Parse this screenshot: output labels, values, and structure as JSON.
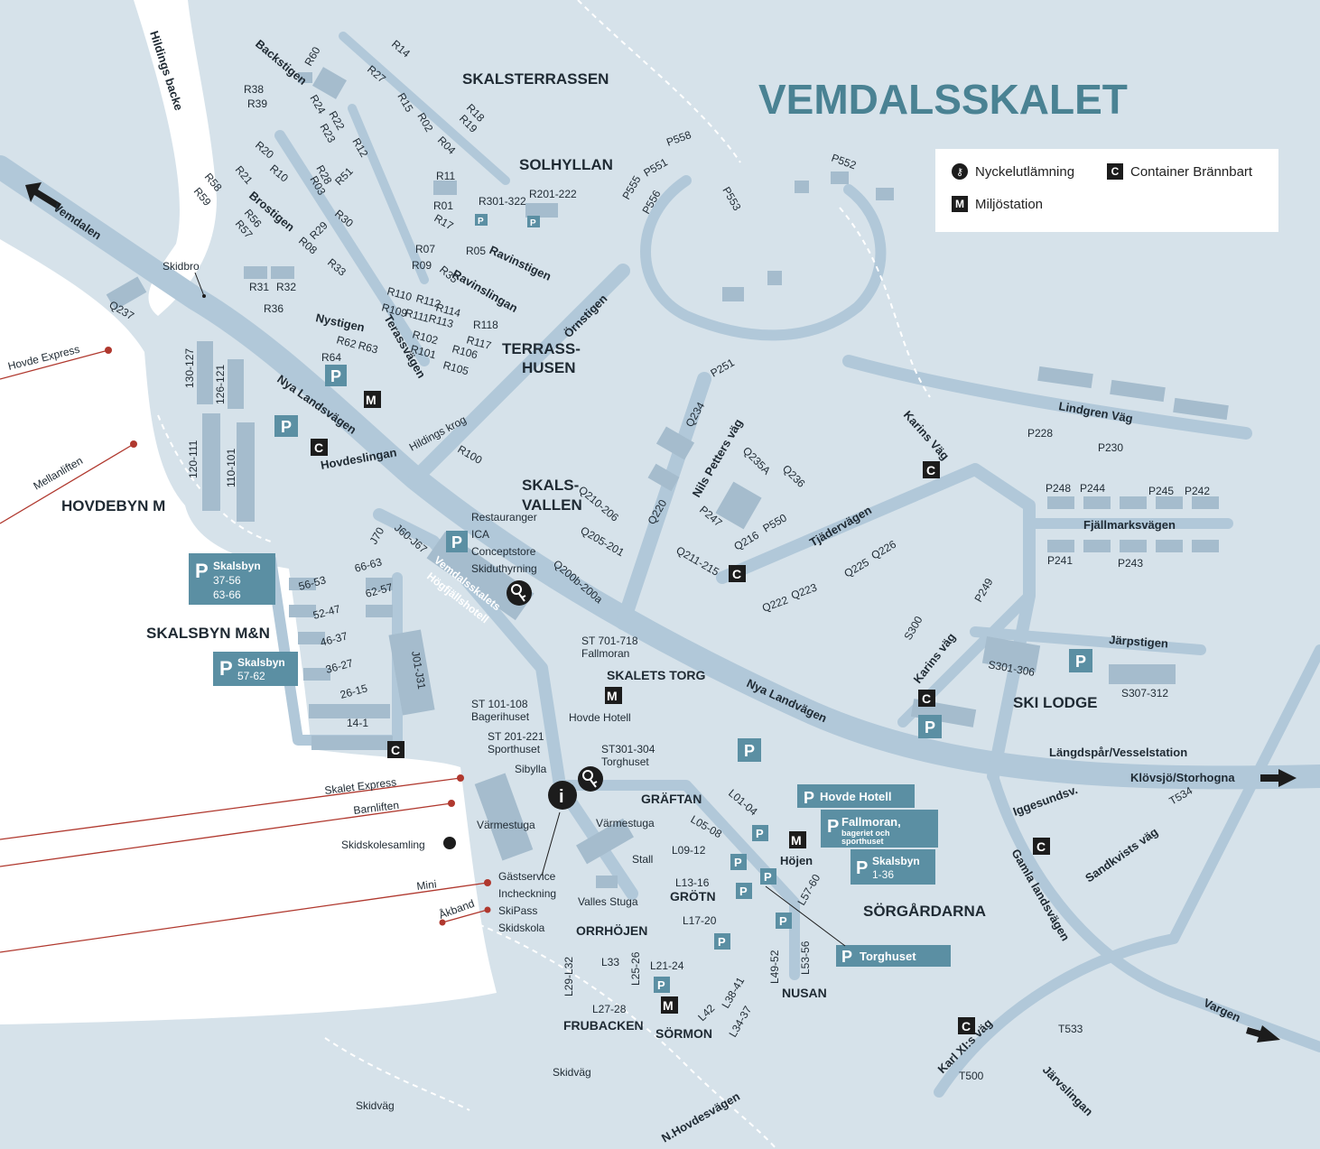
{
  "title": "VEMDALSSKALET",
  "legend": {
    "key_return": "Nyckelutlämning",
    "container": "Container Brännbart",
    "environment": "Miljöstation"
  },
  "icons": {
    "container": "C",
    "environment": "M",
    "parking": "P",
    "info": "i"
  },
  "areas": {
    "skalsterrassen": "SKALSTERRASSEN",
    "solhyllan": "SOLHYLLAN",
    "terrass1": "TERRASS-",
    "terrass2": "HUSEN",
    "skals1": "SKALS-",
    "skals2": "VALLEN",
    "hovdebyn": "HOVDEBYN M",
    "skalsbyn": "SKALSBYN M&N",
    "skaletstorg": "SKALETS TORG",
    "skilodge": "SKI LODGE",
    "grafan": "GRÄFTAN",
    "grotn": "GRÖTN",
    "orrhojen": "ORRHÖJEN",
    "frubacken": "FRUBACKEN",
    "sormon": "SÖRMON",
    "nusan": "NUSAN",
    "sorgardarna": "SÖRGÅRDARNA",
    "hojen": "Höjen"
  },
  "roads": {
    "hildings_backe": "Hildings backe",
    "vemdalen": "Vemdalen",
    "backstigen": "Backstigen",
    "brostigen": "Brostigen",
    "ravinstigen": "Ravinstigen",
    "ravinslingan": "Ravinslingan",
    "nystigen": "Nystigen",
    "terassvagen": "Terassvägen",
    "ornstigen": "Örnstigen",
    "nya_landsvagen": "Nya Landsvägen",
    "nya_landvagen": "Nya Landvägen",
    "hovdeslingan": "Hovdeslingan",
    "hildings_krog": "Hildings krog",
    "nils_petters": "Nils Petters väg",
    "tjadervagen": "Tjädervägen",
    "karins_vag": "Karins Väg",
    "karins_vag2": "Karins väg",
    "lindgren": "Lindgren Väg",
    "fjallmark": "Fjällmarksvägen",
    "jarpstigen": "Järpstigen",
    "langdspar": "Längdspår/Vesselstation",
    "klovsjo": "Klövsjö/Storhogna",
    "iggesund": "Iggesundsv.",
    "gamla": "Gamla landsvägen",
    "sandkvist": "Sandkvists väg",
    "vargen": "Vargen",
    "karl": "Karl XI:s väg",
    "jarvslingan": "Järvslingan",
    "hovdesvagen": "N.Hovdesvägen",
    "skidvag1": "Skidväg",
    "skidvag2": "Skidväg",
    "skidbro": "Skidbro"
  },
  "lifts": {
    "hovde_express": "Hovde Express",
    "mellanliften": "Mellanliften",
    "skalet_express": "Skalet Express",
    "barnliften": "Barnliften",
    "mini": "Mini",
    "akband": "Åkband",
    "skidskolesamling": "Skidskolesamling"
  },
  "places": {
    "restauranger": "Restauranger",
    "ica": "ICA",
    "conceptstore": "Conceptstore",
    "skiduthyrning": "Skiduthyrning",
    "hotel1": "Vemdalsskalets",
    "hotel2": "Högfjällshotell",
    "st701": "ST 701-718",
    "fallmoran": "Fallmoran",
    "hovde_hotell": "Hovde Hotell",
    "st101": "ST 101-108",
    "bagerihuset": "Bagerihuset",
    "st201": "ST 201-221",
    "sporthuset": "Sporthuset",
    "st301": "ST301-304",
    "torghuset": "Torghuset",
    "sibylla": "Sibylla",
    "varmestuga1": "Värmestuga",
    "varmestuga2": "Värmestuga",
    "stall": "Stall",
    "valles": "Valles Stuga",
    "gastservice": "Gästservice",
    "incheckning": "Incheckning",
    "skipass": "SkiPass",
    "skidskola": "Skidskola"
  },
  "parking_boxes": {
    "skalsbyn1_name": "Skalsbyn",
    "skalsbyn1_l2": "37-56",
    "skalsbyn1_l3": "63-66",
    "skalsbyn2_name": "Skalsbyn",
    "skalsbyn2_l2": "57-62",
    "hovde": "Hovde Hotell",
    "fallmoran_name": "Fallmoran,",
    "fallmoran_l2": "bageriet och",
    "fallmoran_l3": "sporthuset",
    "skalsbyn3_name": "Skalsbyn",
    "skalsbyn3_l2": "1-36",
    "torghuset": "Torghuset"
  },
  "units": {
    "r14": "R14",
    "r60": "R60",
    "r27": "R27",
    "r38": "R38",
    "r39": "R39",
    "r24": "R24",
    "r22": "R22",
    "r23": "R23",
    "r15": "R15",
    "r02": "R02",
    "r18": "R18",
    "r19": "R19",
    "r04": "R04",
    "r12": "R12",
    "r20": "R20",
    "r10": "R10",
    "r28": "R28",
    "r03": "R03",
    "r51": "R51",
    "r11": "R11",
    "r01": "R01",
    "r17": "R17",
    "r301": "R301-322",
    "r201": "R201-222",
    "r58": "R58",
    "r59": "R59",
    "r21": "R21",
    "r56": "R56",
    "r57": "R57",
    "r30": "R30",
    "r29": "R29",
    "r08": "R08",
    "r07": "R07",
    "r05": "R05",
    "r09": "R09",
    "r35": "R35",
    "r33": "R33",
    "r31": "R31",
    "r32": "R32",
    "r36": "R36",
    "r110": "R110",
    "r109": "R109",
    "r111": "R111",
    "r112": "R112",
    "r113": "R113",
    "r114": "R114",
    "r102": "R102",
    "r118": "R118",
    "r117": "R117",
    "r101": "R101",
    "r106": "R106",
    "r105": "R105",
    "r62": "R62",
    "r63": "R63",
    "r64": "R64",
    "r100": "R100",
    "q237": "Q237",
    "q234": "Q234",
    "q235a": "Q235A",
    "q236": "Q236",
    "q210": "Q210-206",
    "q220": "Q220",
    "q205": "Q205-201",
    "q200": "Q200b-200a",
    "q211": "Q211-215",
    "q216": "Q216",
    "q222": "Q222",
    "q223": "Q223",
    "q225": "Q225",
    "q226": "Q226",
    "p558": "P558",
    "p551": "P551",
    "p555": "P555",
    "p556": "P556",
    "p553": "P553",
    "p552": "P552",
    "p251": "P251",
    "p247": "P247",
    "p550": "P550",
    "p228": "P228",
    "p230": "P230",
    "p248": "P248",
    "p244": "P244",
    "p245": "P245",
    "p242": "P242",
    "p241": "P241",
    "p243": "P243",
    "p249": "P249",
    "s300": "S300",
    "s301": "S301-306",
    "s307": "S307-312",
    "u130": "130-127",
    "u126": "126-121",
    "u120": "120-111",
    "u110": "110-101",
    "j60": "J60-J67",
    "j70": "J70",
    "j01": "J01-J31",
    "s5653": "56-53",
    "s6663": "66-63",
    "s5247": "52-47",
    "s6257": "62-57",
    "s4637": "46-37",
    "s3627": "36-27",
    "s2615": "26-15",
    "s141": "14-1",
    "l0104": "L01-04",
    "l0508": "L05-08",
    "l0912": "L09-12",
    "l1316": "L13-16",
    "l5760": "L57-60",
    "l1720": "L17-20",
    "l29": "L29-L32",
    "l33": "L33",
    "l2526": "L25-26",
    "l2124": "L21-24",
    "l4952": "L49-52",
    "l5356": "L53-56",
    "l2728": "L27-28",
    "l3841": "L38-41",
    "l42": "L42",
    "l3437": "L34-37",
    "t534": "T534",
    "t533": "T533",
    "t500": "T500"
  }
}
